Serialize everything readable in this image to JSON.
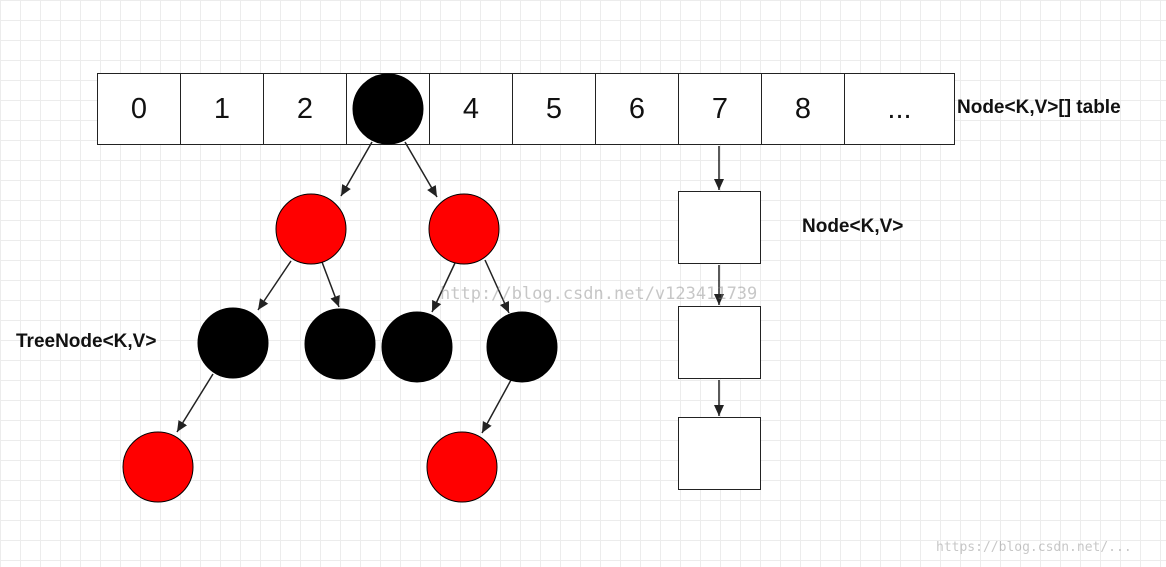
{
  "table": {
    "cells": [
      "0",
      "1",
      "2",
      "",
      "4",
      "5",
      "6",
      "7",
      "8",
      "..."
    ],
    "label": "Node<K,V>[] table"
  },
  "labels": {
    "node": "Node<K,V>",
    "tree_node": "TreeNode<K,V>"
  },
  "watermarks": {
    "center": "http://blog.csdn.net/v123411739",
    "corner": "https://blog.csdn.net/..."
  },
  "colors": {
    "black_node": "#000000",
    "red_node": "#ff0000",
    "grid": "#ececec",
    "line": "#222222"
  }
}
